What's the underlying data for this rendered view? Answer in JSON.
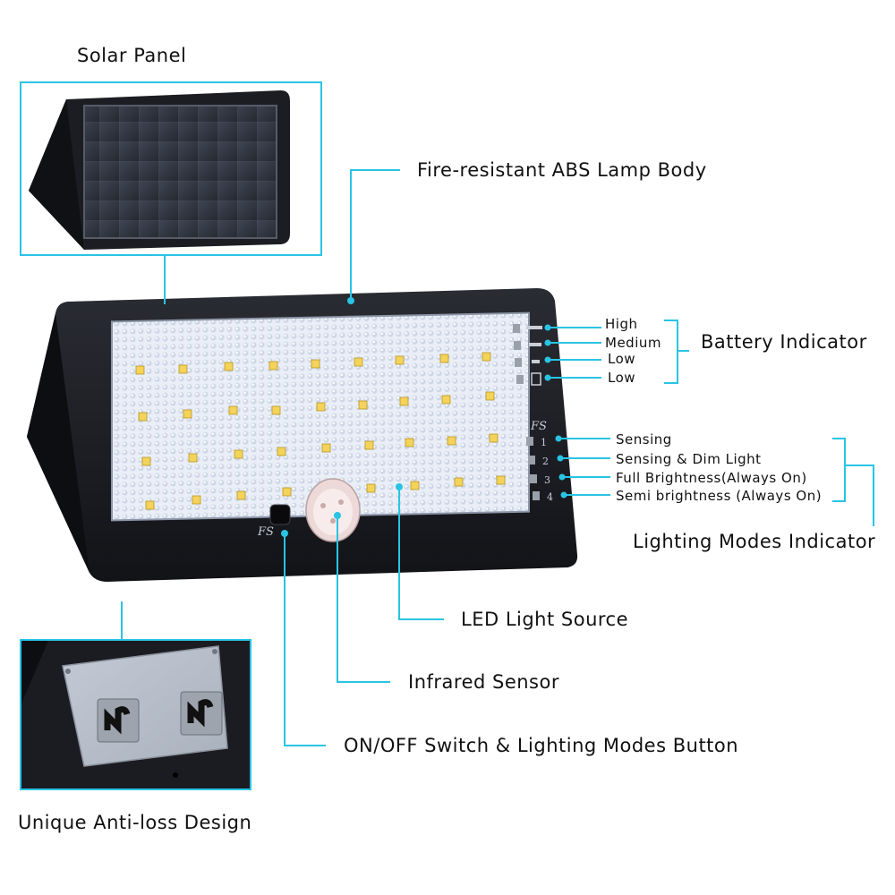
{
  "colors": {
    "accent": "#29c4e4",
    "body": "#1b1c22",
    "panel": "#e8eef8"
  },
  "labels": {
    "solar_panel": "Solar Panel",
    "lamp_body": "Fire-resistant ABS Lamp Body",
    "battery_indicator": "Battery Indicator",
    "battery_levels": [
      "High",
      "Medium",
      "Low",
      "Low"
    ],
    "lighting_modes_indicator": "Lighting Modes Indicator",
    "modes": [
      "Sensing",
      "Sensing & Dim Light",
      "Full Brightness(Always On)",
      "Semi brightness (Always On)"
    ],
    "mode_numbers": [
      "1",
      "2",
      "3",
      "4"
    ],
    "brand_mark": "FS",
    "led_source": "LED Light Source",
    "infrared_sensor": "Infrared Sensor",
    "switch": "ON/OFF Switch & Lighting Modes Button",
    "anti_loss": "Unique Anti-loss Design"
  }
}
